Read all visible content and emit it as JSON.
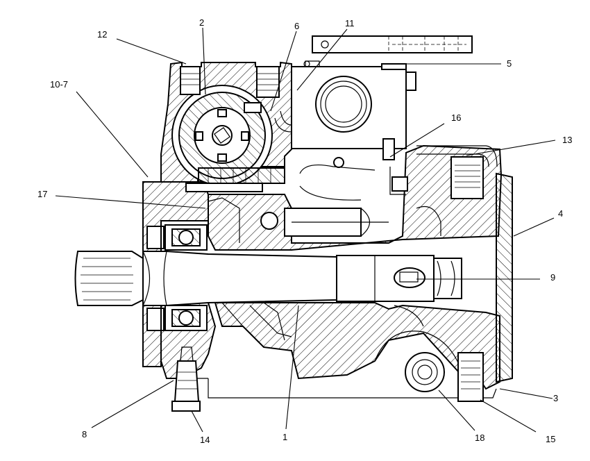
{
  "diagram": {
    "callouts": [
      {
        "id": "c12",
        "text": "12"
      },
      {
        "id": "c2",
        "text": "2"
      },
      {
        "id": "c6",
        "text": "6"
      },
      {
        "id": "c11",
        "text": "11"
      },
      {
        "id": "c5",
        "text": "5"
      },
      {
        "id": "c10_7",
        "text": "10-7"
      },
      {
        "id": "c16",
        "text": "16"
      },
      {
        "id": "c13",
        "text": "13"
      },
      {
        "id": "c17",
        "text": "17"
      },
      {
        "id": "c4",
        "text": "4"
      },
      {
        "id": "c9",
        "text": "9"
      },
      {
        "id": "c3",
        "text": "3"
      },
      {
        "id": "c8",
        "text": "8"
      },
      {
        "id": "c14",
        "text": "14"
      },
      {
        "id": "c1",
        "text": "1"
      },
      {
        "id": "c18",
        "text": "18"
      },
      {
        "id": "c15",
        "text": "15"
      }
    ]
  }
}
